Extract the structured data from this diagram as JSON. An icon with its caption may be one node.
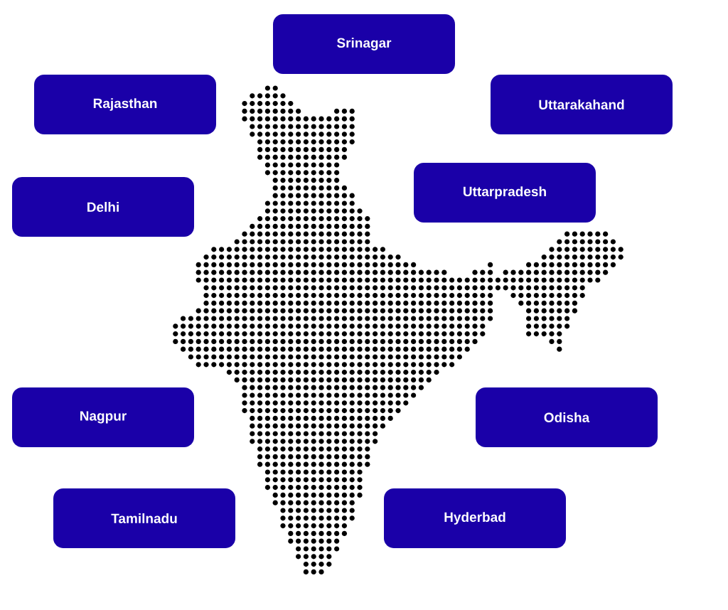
{
  "diagram": {
    "nodes": [
      {
        "text": [
          "Srinagar"
        ]
      },
      {
        "text": [
          "Rajasthan"
        ]
      },
      {
        "text": [
          "Uttarakahand"
        ]
      },
      {
        "text": [
          "Uttarpradesh"
        ]
      },
      {
        "text": [
          "Delhi"
        ]
      },
      {
        "text": [
          "Nagpur"
        ]
      },
      {
        "text": [
          "Odisha"
        ]
      },
      {
        "text": [
          "Tamilnadu"
        ]
      },
      {
        "text": [
          "Hyderbad"
        ]
      }
    ]
  }
}
